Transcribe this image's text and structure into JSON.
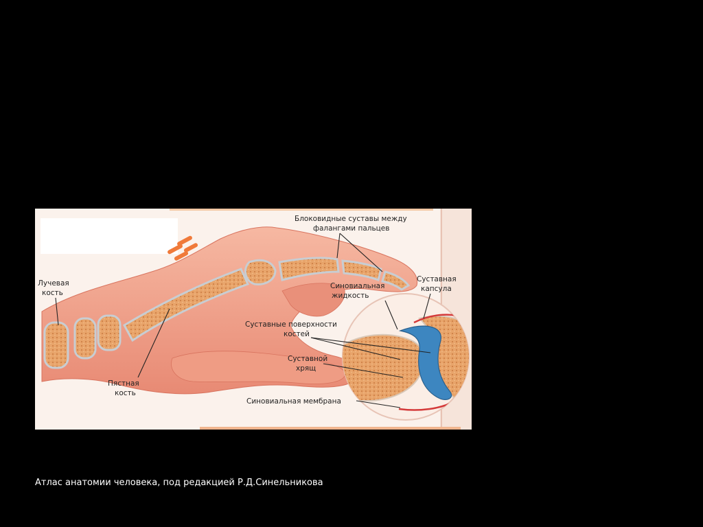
{
  "figure": {
    "labels": {
      "hinge_joints_line1": "Блоковидные суставы между",
      "hinge_joints_line2": "фалангами пальцев",
      "radius_line1": "Лучевая",
      "radius_line2": "кость",
      "capsule_line1": "Суставная",
      "capsule_line2": "капсула",
      "synovial_fluid_line1": "Синовиальная",
      "synovial_fluid_line2": "жидкость",
      "surfaces_line1": "Суставные поверхности",
      "surfaces_line2": "костей",
      "cartilage_line1": "Суставной",
      "cartilage_line2": "хрящ",
      "metacarpal_line1": "Пястная",
      "metacarpal_line2": "кость",
      "synovial_membrane": "Синовиальная мембрана"
    },
    "colors": {
      "skin": "#f2a48c",
      "skin_dark": "#e07e68",
      "bone": "#e8a46a",
      "bone_outline": "#c8cdd2",
      "synovial_fluid": "#3d86c0",
      "membrane": "#d43a3a",
      "accent_marks": "#f07a3a"
    }
  },
  "caption": "Атлас анатомии человека, под редакцией Р.Д.Синельникова"
}
